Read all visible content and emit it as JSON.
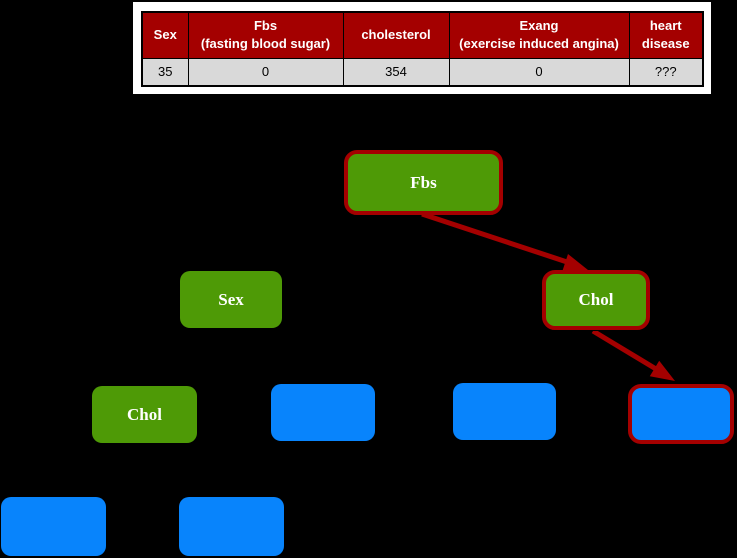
{
  "colors": {
    "background": "#000000",
    "node_green": "#4e9a06",
    "node_blue": "#0884fc",
    "highlight_red": "#a40000",
    "table_header_bg": "#a40000",
    "table_row_bg": "#d9d9d9",
    "table_card_bg": "#ffffff",
    "node_text": "#ffffff"
  },
  "table": {
    "headers": [
      "Sex",
      "Fbs\n(fasting blood sugar)",
      "cholesterol",
      "Exang\n(exercise induced angina)",
      "heart\ndisease"
    ],
    "row": [
      "35",
      "0",
      "354",
      "0",
      "???"
    ]
  },
  "tree": {
    "nodes": [
      {
        "id": "fbs",
        "label": "Fbs",
        "type": "decision",
        "color": "green",
        "highlighted": true
      },
      {
        "id": "sex",
        "label": "Sex",
        "type": "decision",
        "color": "green",
        "highlighted": false
      },
      {
        "id": "chol-right",
        "label": "Chol",
        "type": "decision",
        "color": "green",
        "highlighted": true
      },
      {
        "id": "chol-left",
        "label": "Chol",
        "type": "decision",
        "color": "green",
        "highlighted": false
      },
      {
        "id": "leaf-1",
        "label": "",
        "type": "leaf",
        "color": "blue",
        "highlighted": false
      },
      {
        "id": "leaf-2",
        "label": "",
        "type": "leaf",
        "color": "blue",
        "highlighted": false
      },
      {
        "id": "leaf-3",
        "label": "",
        "type": "leaf",
        "color": "blue",
        "highlighted": true
      },
      {
        "id": "leaf-4",
        "label": "",
        "type": "leaf",
        "color": "blue",
        "highlighted": false
      },
      {
        "id": "leaf-5",
        "label": "",
        "type": "leaf",
        "color": "blue",
        "highlighted": false
      }
    ],
    "highlighted_edges": [
      {
        "from": "fbs",
        "to": "chol-right"
      },
      {
        "from": "chol-right",
        "to": "leaf-3"
      }
    ]
  }
}
